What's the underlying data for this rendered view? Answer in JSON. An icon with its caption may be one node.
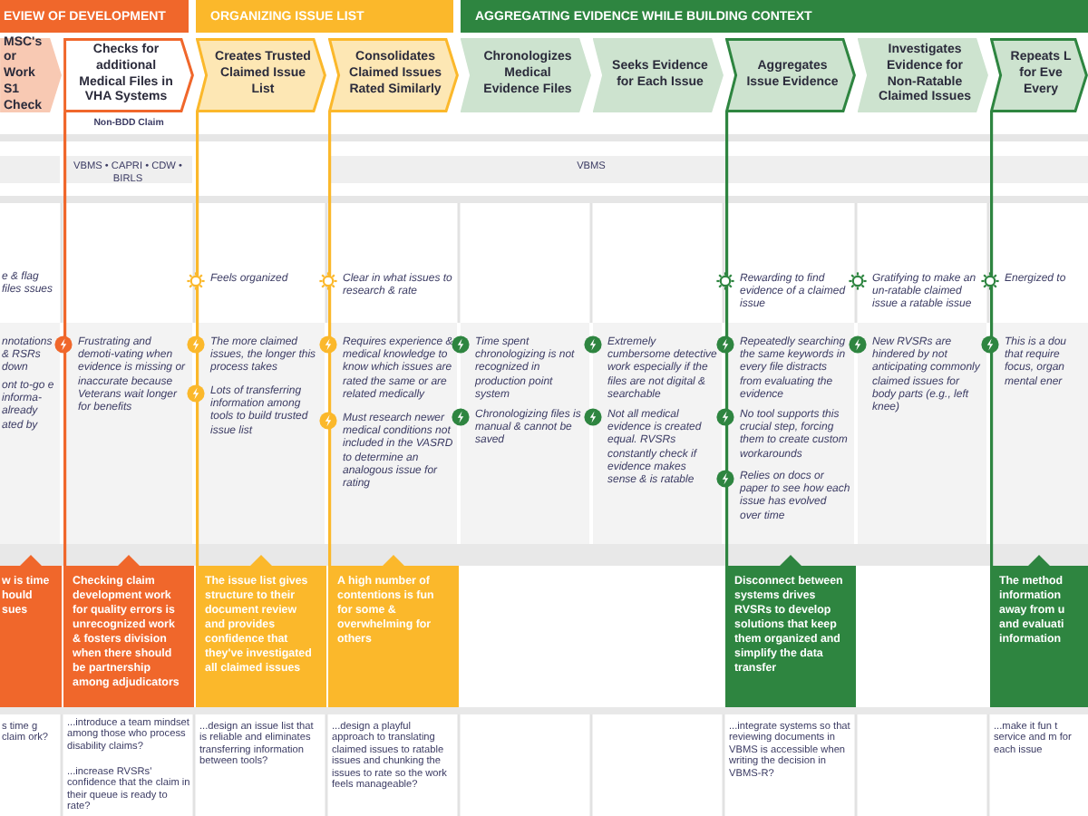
{
  "diagram": {
    "nodes": [
      {
        "text": [
          "EVIEW OF DEVELOPMENT"
        ]
      },
      {
        "text": [
          "ORGANIZING ISSUE LIST"
        ]
      },
      {
        "text": [
          "AGGREGATING EVIDENCE WHILE BUILDING CONTEXT"
        ]
      },
      {
        "text": [
          "MSC's or Work S1 Check"
        ]
      },
      {
        "text": [
          "Checks for additional Medical Files in VHA Systems"
        ],
        "beside": [
          "Non-BDD Claim"
        ]
      },
      {
        "text": [
          "Creates Trusted Claimed Issue List"
        ]
      },
      {
        "text": [
          "Consolidates Claimed Issues Rated Similarly"
        ]
      },
      {
        "text": [
          "Chronologizes Medical Evidence Files"
        ]
      },
      {
        "text": [
          "Seeks Evidence for Each Issue"
        ]
      },
      {
        "text": [
          "Aggregates Issue Evidence"
        ]
      },
      {
        "text": [
          "Investigates Evidence for Non-Ratable Claimed Issues"
        ]
      },
      {
        "text": [
          "Repeats L for Eve Every"
        ]
      },
      {
        "text": [
          "w is time hould sues"
        ]
      },
      {
        "text": [
          "Checking claim development work for quality errors is unrecognized work & fosters division when there should be partnership among adjudicators"
        ]
      },
      {
        "text": [
          "The issue list gives structure to their document review and provides confidence that they've investigated all claimed issues"
        ]
      },
      {
        "text": [
          "A high number of contentions is fun for some & overwhelming for others"
        ]
      },
      {
        "text": [
          "Disconnect between systems drives RVSRs to develop solutions that keep them organized and simplify the data transfer"
        ]
      },
      {
        "text": [
          "The method information away from u and evaluati information"
        ]
      }
    ],
    "edges": [
      {
        "from": 4,
        "to": 13,
        "arrow": "none",
        "color": "#f0672b"
      },
      {
        "from": 5,
        "to": 14,
        "arrow": "none",
        "color": "#fbb82b"
      },
      {
        "from": 6,
        "to": 15,
        "arrow": "none",
        "color": "#fbb82b"
      },
      {
        "from": 9,
        "to": 16,
        "arrow": "none",
        "color": "#2e8540"
      },
      {
        "from": 11,
        "to": 17,
        "arrow": "none",
        "color": "#2e8540"
      }
    ],
    "labels": [
      "VBMS • CAPRI • CDW • BIRLS",
      "VBMS",
      "e & flag files ssues",
      "Feels organized",
      "Clear in what issues to research & rate",
      "Rewarding to find evidence of a claimed issue",
      "Gratifying to make an un-ratable claimed issue a ratable issue",
      "Energized to",
      "nnotations & RSRs down",
      "ont to-go e informa- already ated by",
      "Frustrating and demoti-vating when evidence is missing or inaccurate because Veterans wait longer for benefits",
      "The more claimed issues, the longer this process takes",
      "Lots of transferring information among tools to build trusted issue list",
      "Requires experience & medical knowledge to know which issues are rated the same or are related medically",
      "Must research newer medical conditions not included in the VASRD to determine an analogous issue for rating",
      "Time spent chronologizing is not recognized in production point system",
      "Chronologizing files is manual & cannot be saved",
      "Extremely cumbersome detective work especially if the files are not digital & searchable",
      "Not all medical evidence is created equal. RVSRs constantly check if evidence makes sense & is ratable",
      "Repeatedly searching the same keywords in every file distracts from evaluating the evidence",
      "No tool supports this crucial step, forcing them to create custom workarounds",
      "Relies on docs or paper to see how each issue has evolved over time",
      "New RVSRs are hindered by not anticipating commonly claimed issues for body parts (e.g., left knee)",
      "This is a dou that require focus, organ mental ener",
      "s time g claim ork?",
      "...introduce a team mindset among those who process disability claims?",
      "...increase RVSRs' confidence that the claim in their queue is ready to rate?",
      "...design an issue list that is reliable and eliminates transferring information between tools?",
      "...design a playful approach to translating claimed issues to ratable issues and chunking the issues to rate so the work feels manageable?",
      "...integrate systems so that reviewing documents in VBMS is accessible when writing the decision in VBMS-R?",
      "...make it fun t service and m for each issue"
    ]
  }
}
